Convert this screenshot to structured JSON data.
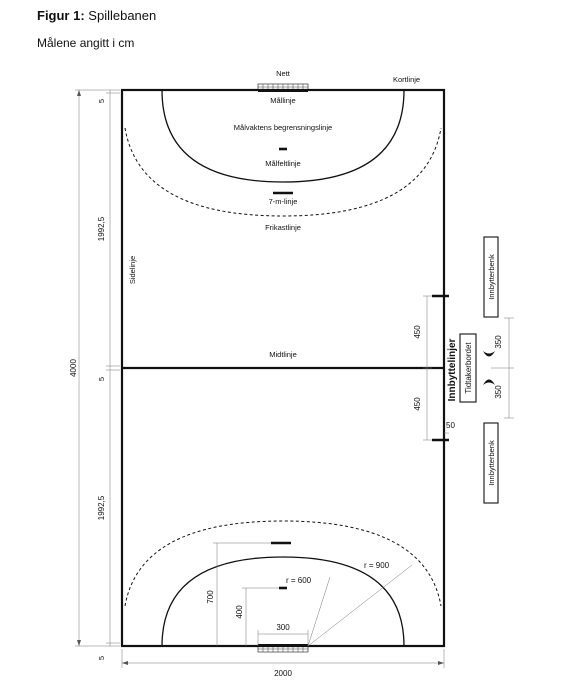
{
  "header": {
    "figure_label": "Figur 1:",
    "figure_title": "Spillebanen",
    "subtitle": "Målene angitt i cm"
  },
  "labels": {
    "nett": "Nett",
    "kortlinje": "Kortlinje",
    "mallinje": "Mållinje",
    "malvakt": "Målvaktens begrensningslinje",
    "malfelt": "Målfeltlinje",
    "sjumeter": "7-m-linje",
    "frikast": "Frikastlinje",
    "sidelinje": "Sidelinje",
    "midtlinje": "Midtlinje",
    "innbytte": "Innbyttelinjer",
    "tidtaker": "Tidtakerbordet",
    "bench_top": "Innbytterbenk",
    "bench_bottom": "Innbytterbenk"
  },
  "dimensions": {
    "total_length": "4000",
    "goal_area_top": "5",
    "half_top": "1992,5",
    "center": "5",
    "half_bottom": "1992,5",
    "goal_area_bottom": "5",
    "width": "2000",
    "sub_upper": "450",
    "sub_lower": "450",
    "sub_gap": "50",
    "table_upper": "350",
    "table_lower": "350",
    "dim_700": "700",
    "dim_400": "400",
    "dim_300": "300",
    "radius_600": "r = 600",
    "radius_900": "r = 900"
  }
}
